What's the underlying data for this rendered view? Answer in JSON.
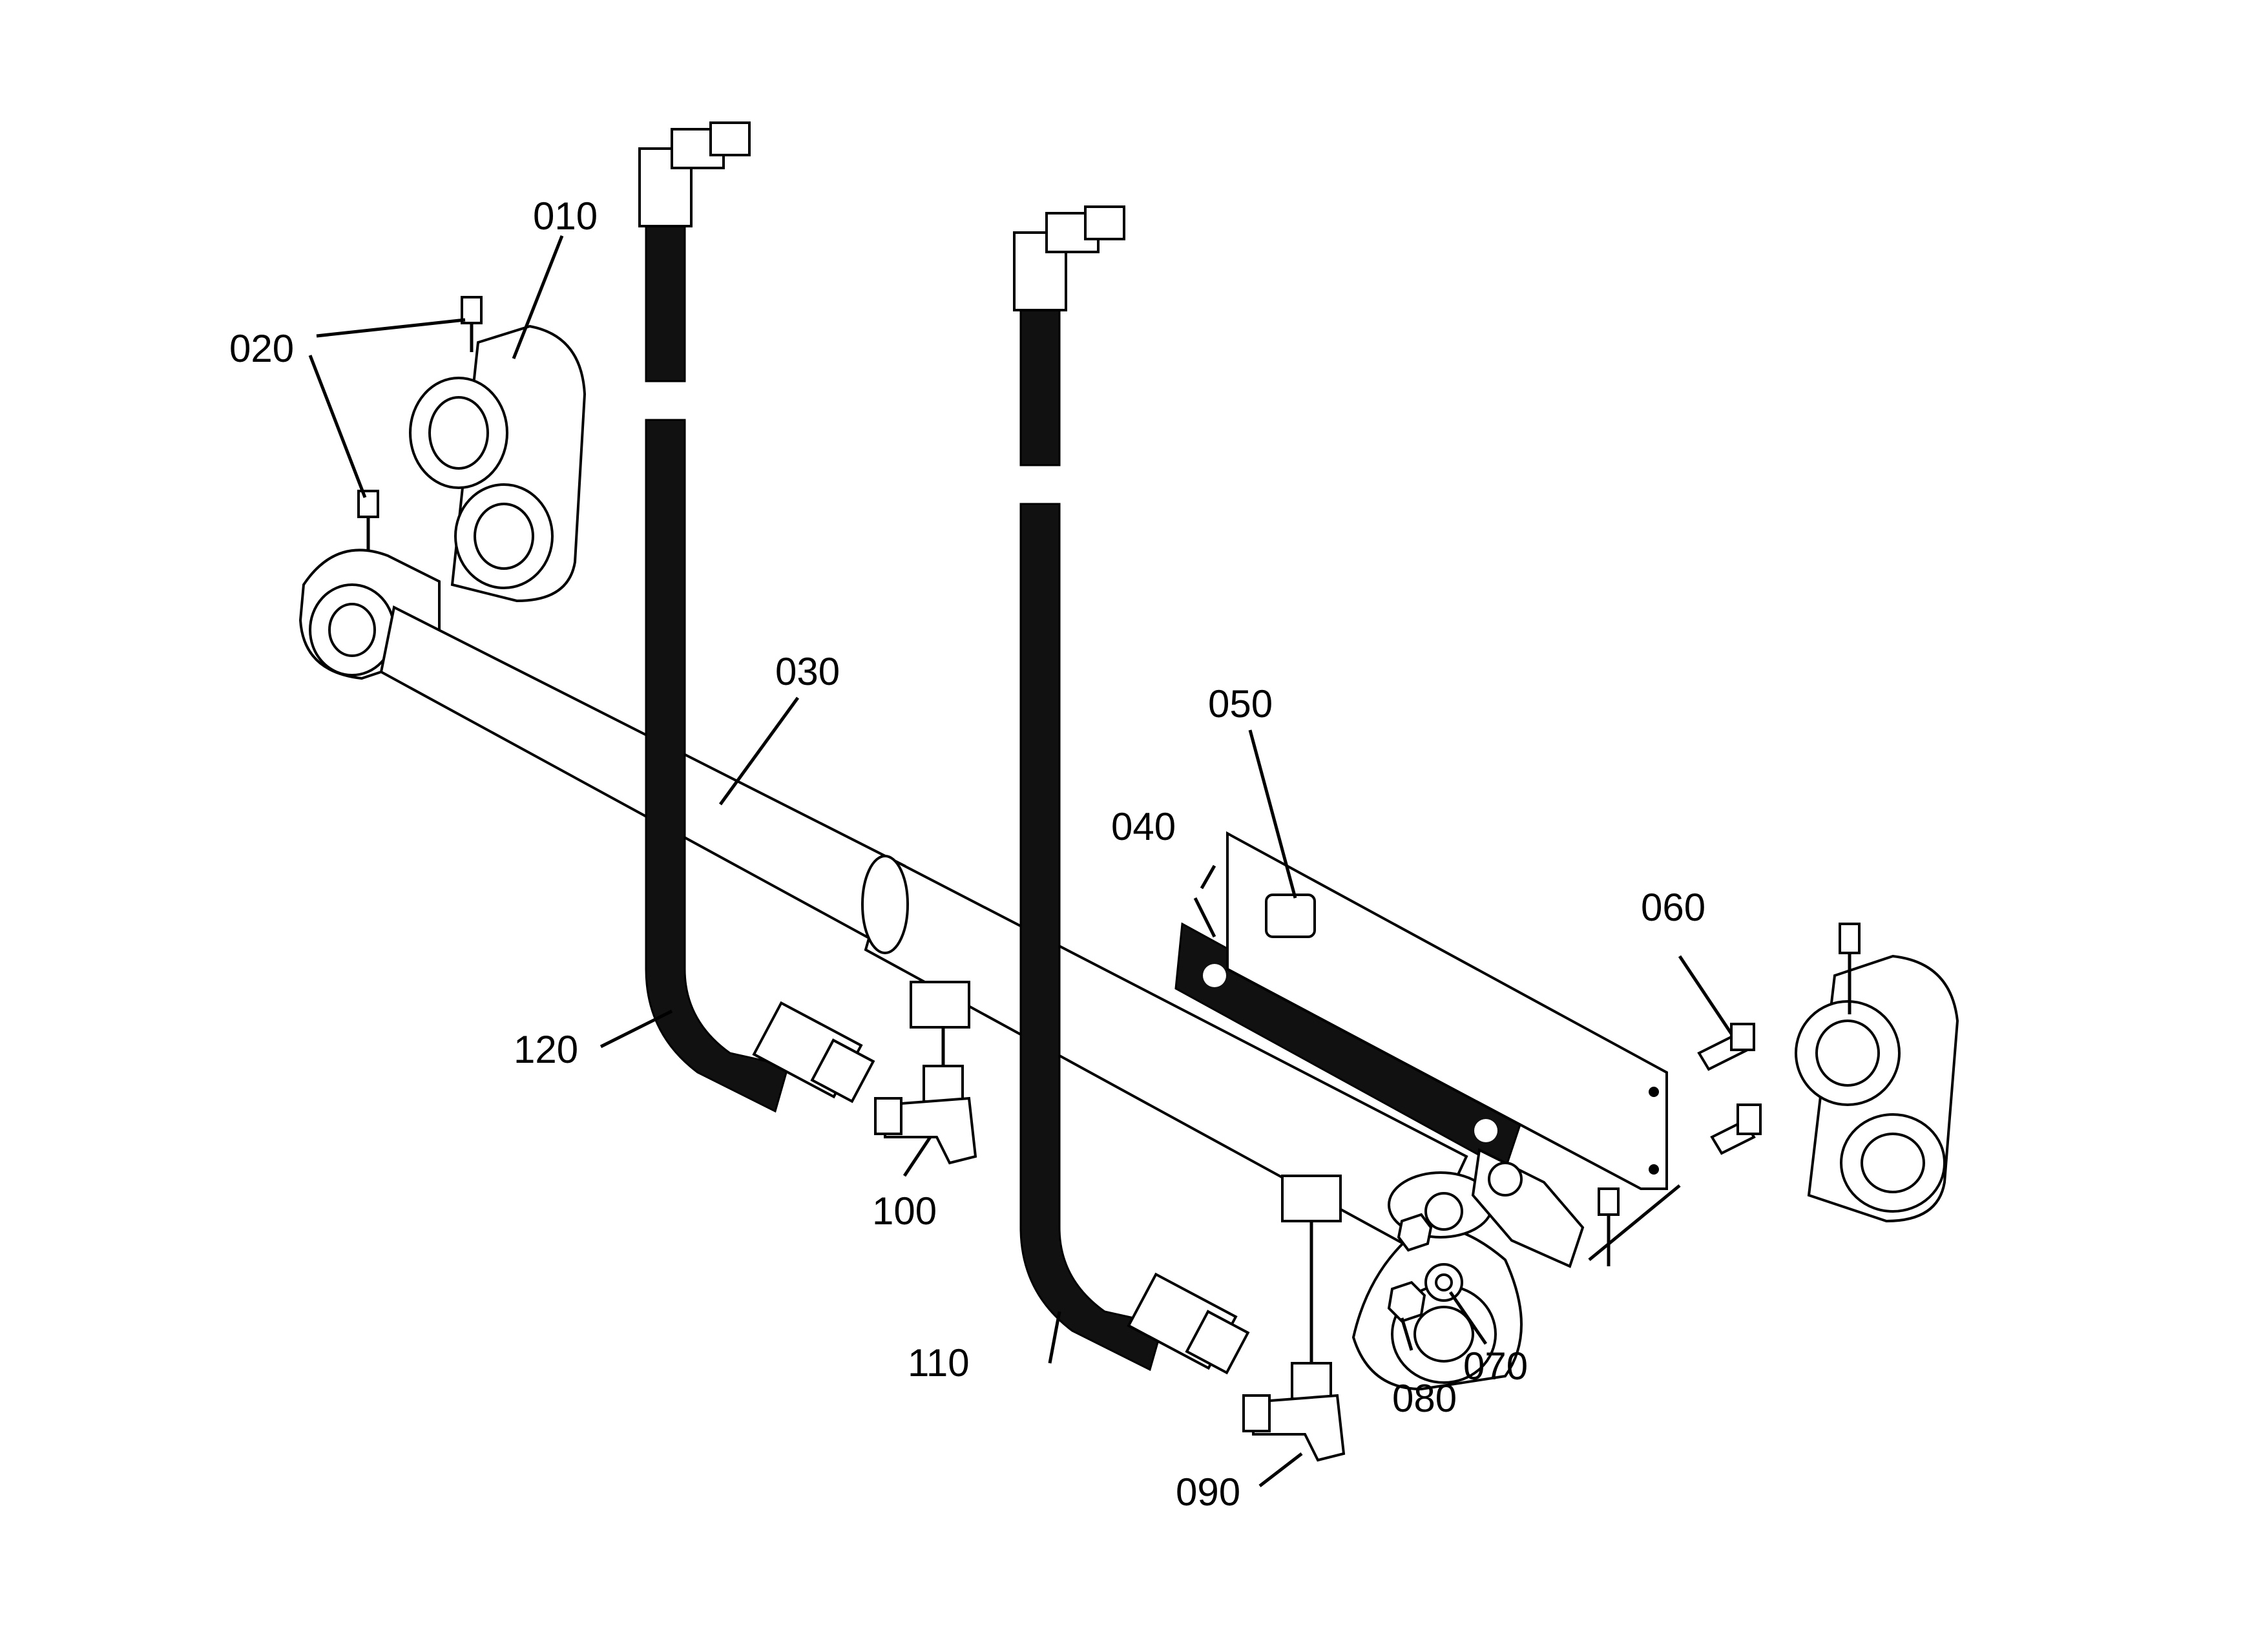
{
  "labels": {
    "p010": "010",
    "p020": "020",
    "p030": "030",
    "p040": "040",
    "p050": "050",
    "p060": "060",
    "p070": "070",
    "p080": "080",
    "p090": "090",
    "p100": "100",
    "p110": "110",
    "p120": "120"
  },
  "colors": {
    "ink": "#000000",
    "paper": "#ffffff"
  }
}
